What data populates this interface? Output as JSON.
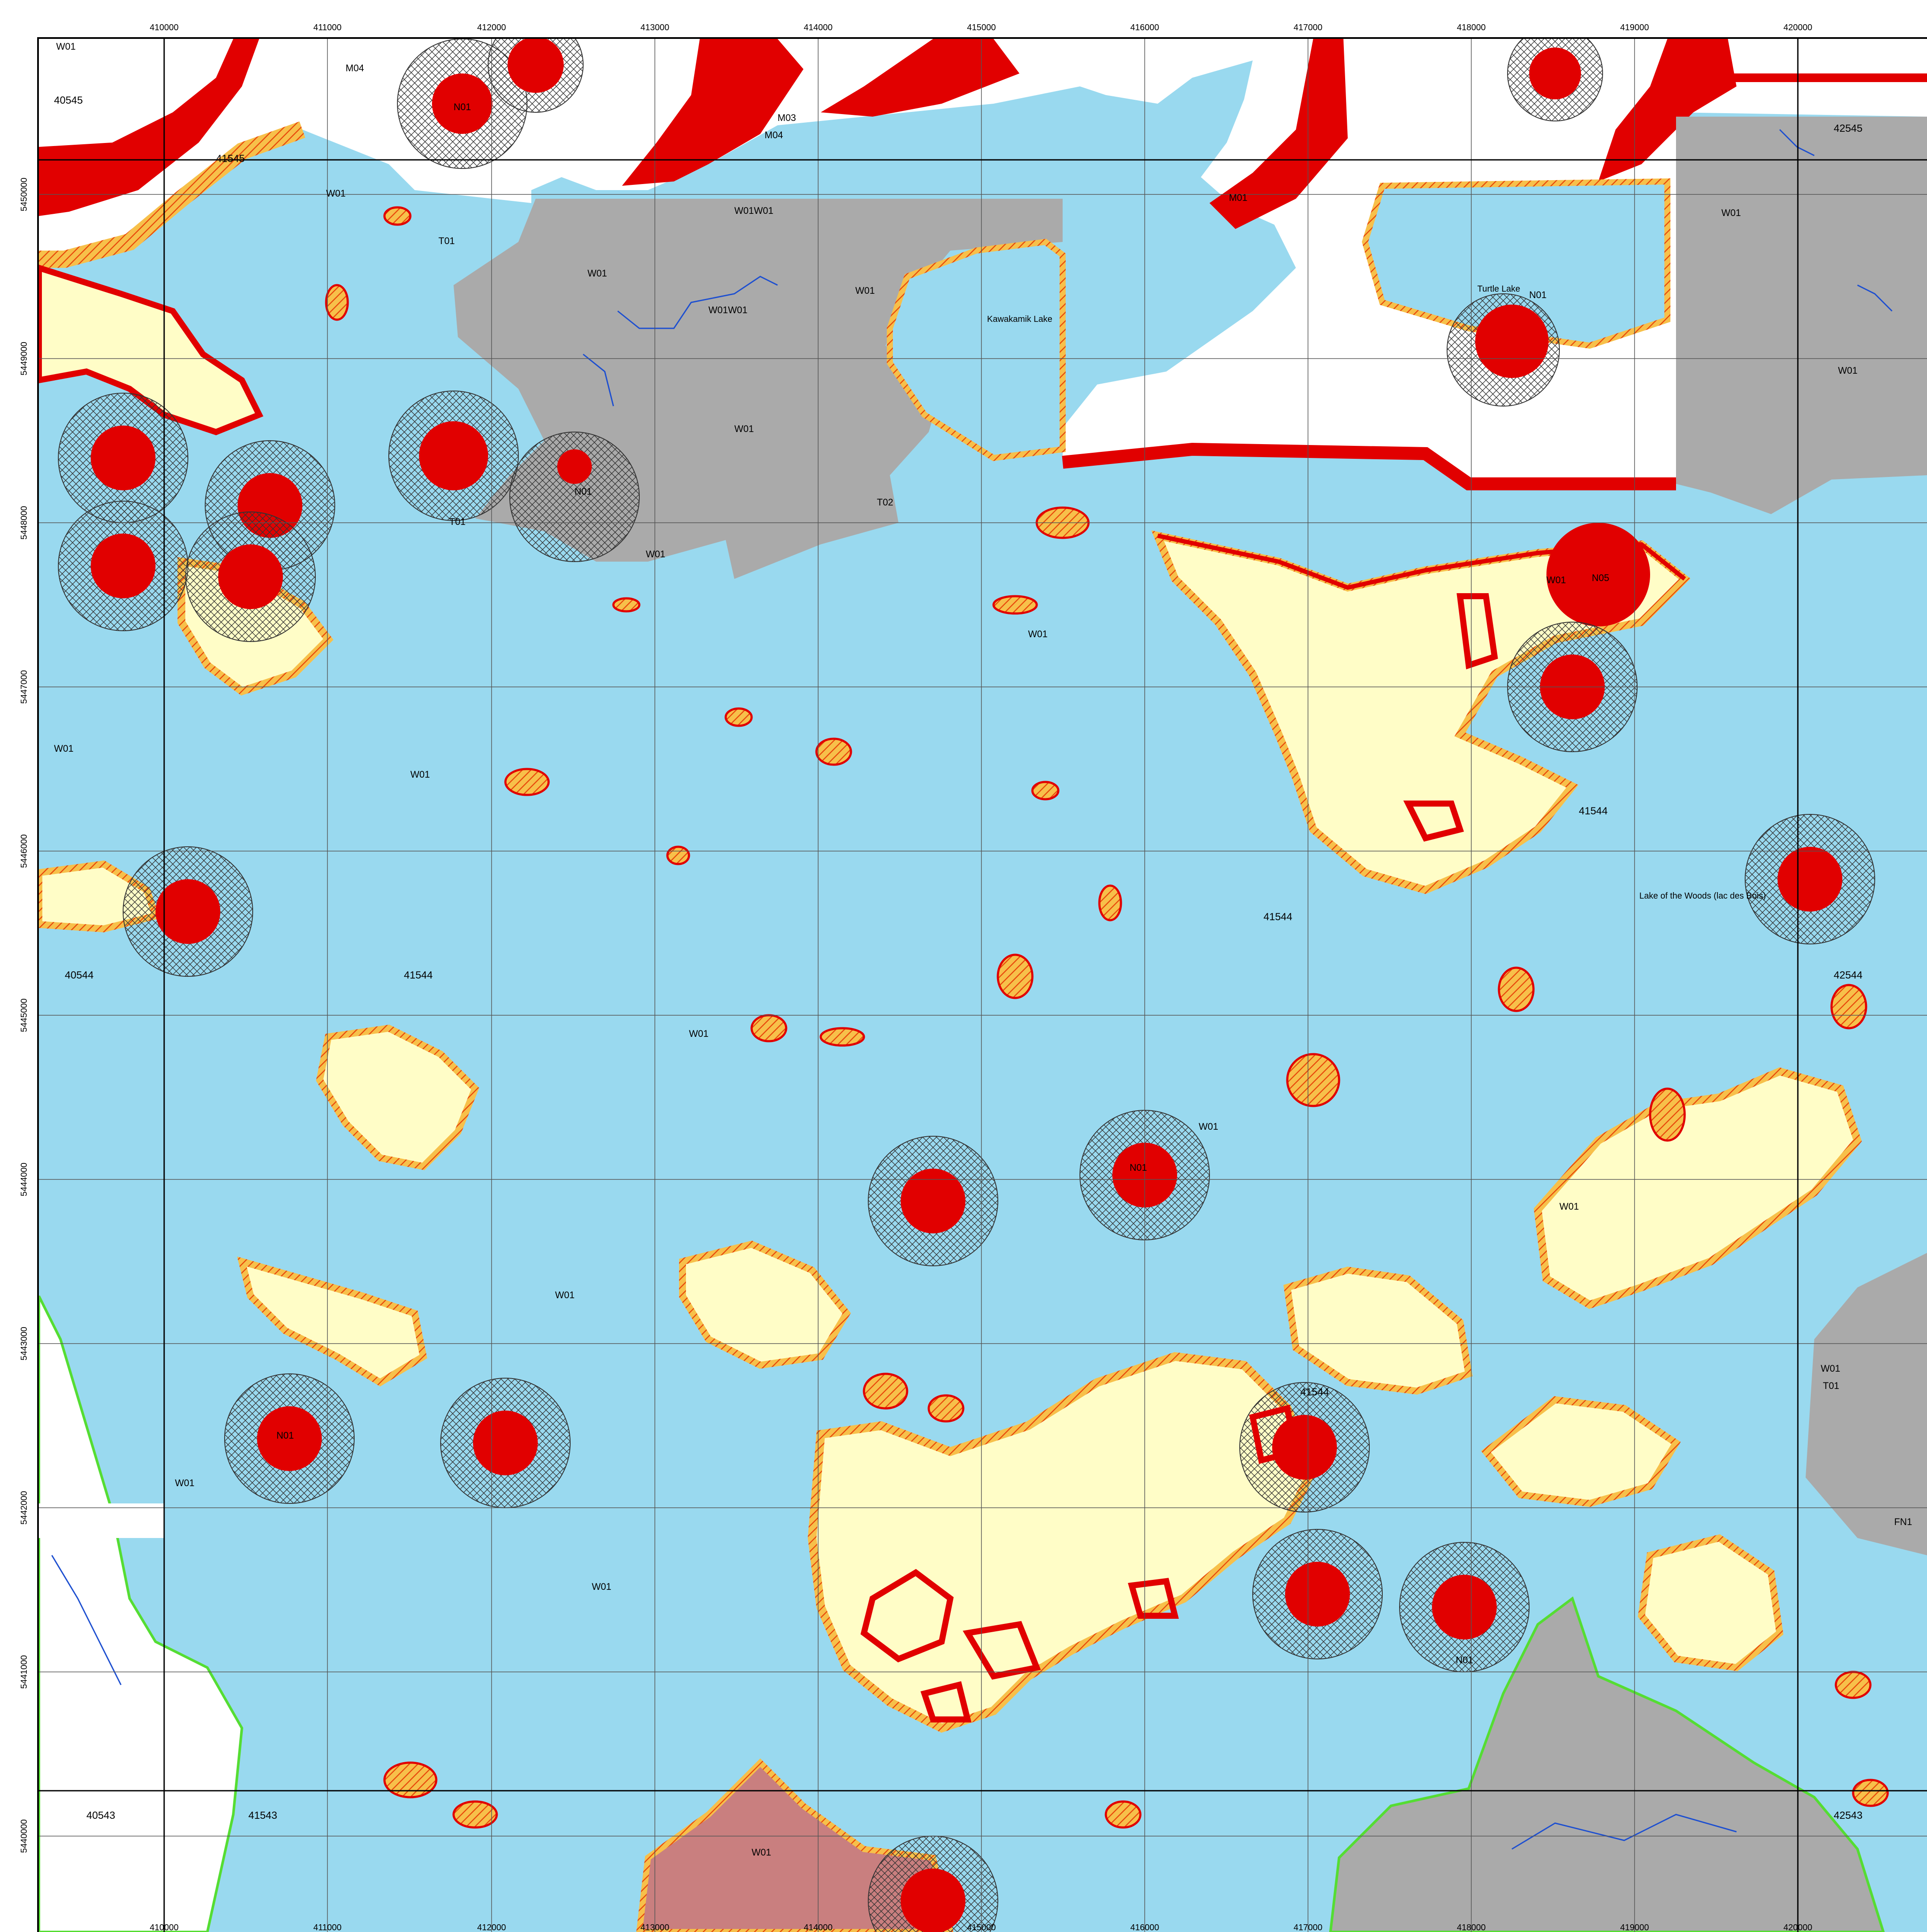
{
  "colors": {
    "water": "#99d9ef",
    "land_pale": "#fffdc7",
    "reserve_grey": "#aaaaaa",
    "private_red": "#e10000",
    "hatch_orange": "#f5a623",
    "buffer_yellow": "#ffff00",
    "boundary_green": "#55dd33",
    "stream_blue": "#1d4fd0",
    "brown_zone": "#c97f7f"
  },
  "axes": {
    "x_ticks": [
      "410000",
      "411000",
      "412000",
      "413000",
      "414000",
      "415000",
      "416000",
      "417000",
      "418000",
      "419000",
      "420000"
    ],
    "y_ticks": [
      "5450000",
      "5449000",
      "5448000",
      "5447000",
      "5446000",
      "5445000",
      "5444000",
      "5443000",
      "5442000",
      "5441000",
      "5440000"
    ]
  },
  "map": {
    "lakes": [
      {
        "name": "Kawakamik Lake"
      },
      {
        "name": "Turtle Lake"
      },
      {
        "name": "Lake of the Woods (lac des Bois)"
      }
    ],
    "tile_ids": [
      "40545",
      "41545",
      "42545",
      "40544",
      "41544",
      "41544",
      "41544",
      "41544",
      "42544",
      "40543",
      "41543",
      "42543"
    ],
    "codes": [
      "W01",
      "N01",
      "T01",
      "T02",
      "M01",
      "M03",
      "M04",
      "N05",
      "FN1",
      "W01W01",
      "W01W01"
    ]
  }
}
